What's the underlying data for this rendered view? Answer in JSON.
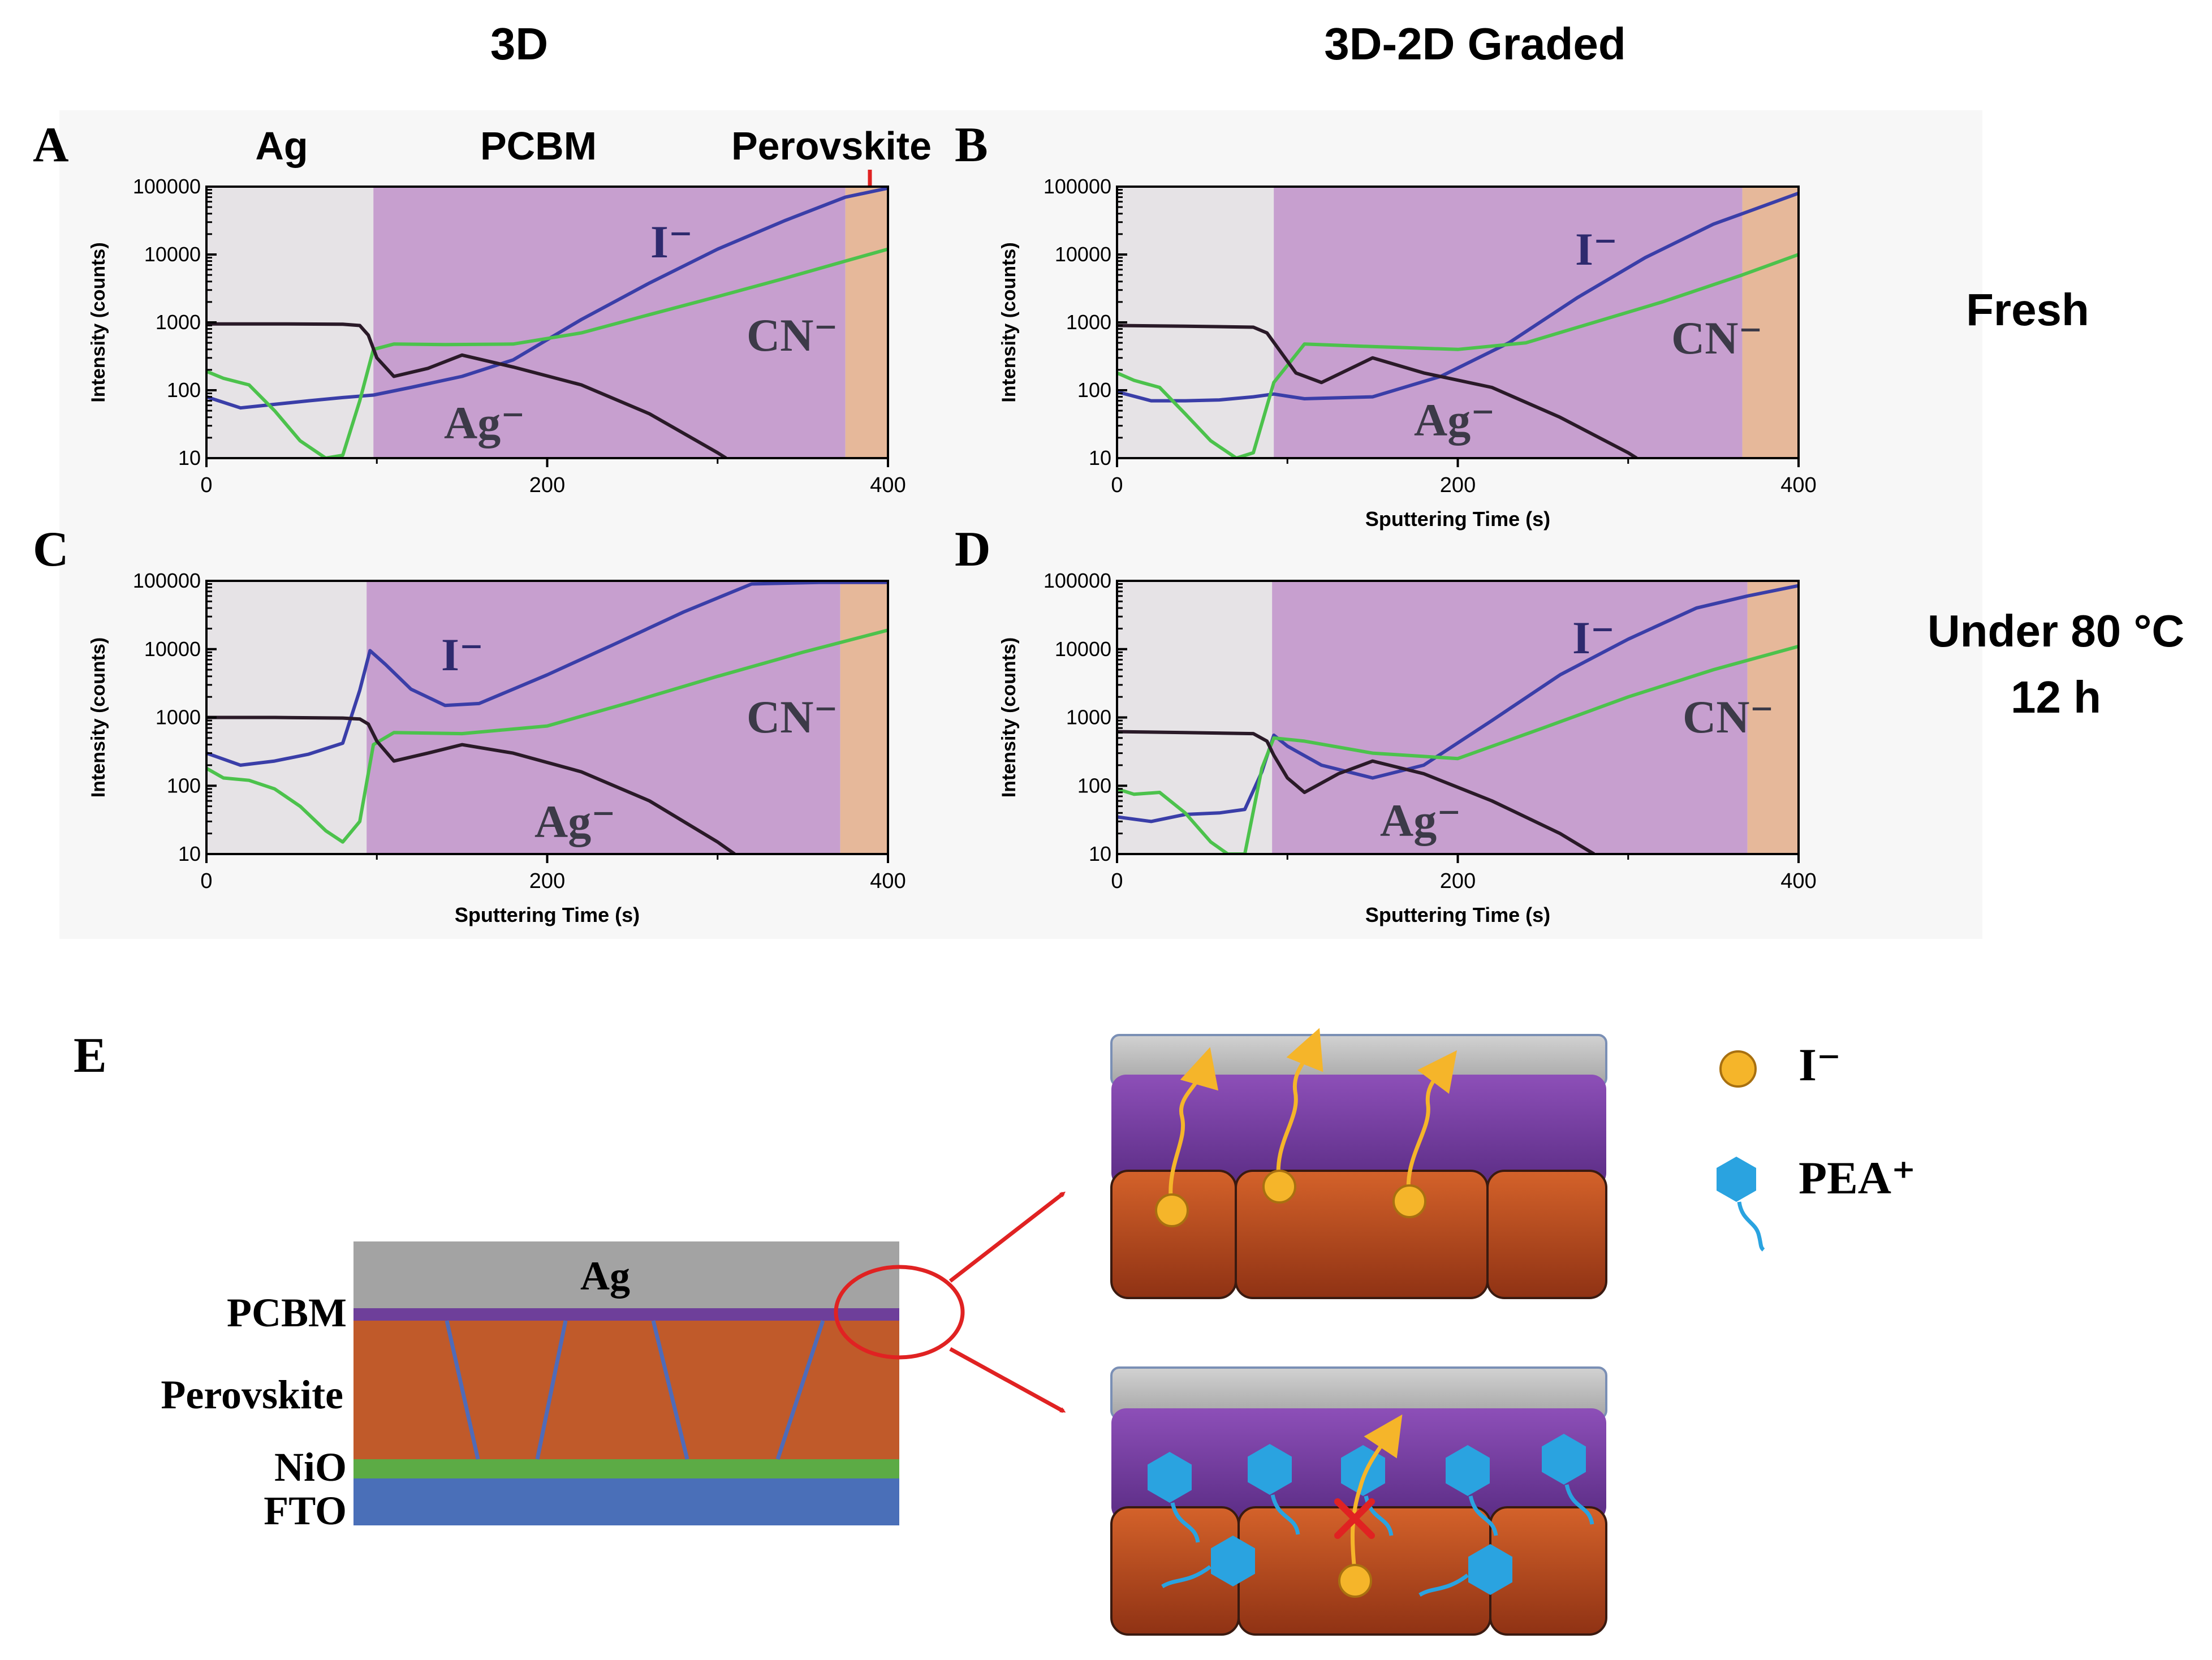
{
  "columns": {
    "left": "3D",
    "right": "3D-2D Graded"
  },
  "rows": {
    "fresh": "Fresh",
    "aged_line1": "Under 80 °C",
    "aged_line2": "12 h"
  },
  "panel_letters": [
    "A",
    "B",
    "C",
    "D",
    "E"
  ],
  "layer_labels": {
    "ag": "Ag",
    "pcbm": "PCBM",
    "perovskite": "Perovskite"
  },
  "axis": {
    "ylabel": "Intensity (counts)",
    "xlabel": "Sputtering Time (s)",
    "xticks": [
      "0",
      "200",
      "400"
    ],
    "yticks": [
      "10",
      "100",
      "1000",
      "10000",
      "100000"
    ]
  },
  "species": {
    "iodide": "I⁻",
    "cyanide": "CN⁻",
    "silver": "Ag⁻"
  },
  "colors": {
    "ag_region": "#e6e3e6",
    "pcbm_region": "#c79fcf",
    "perovskite_region": "#e6b89a",
    "iodide_line": "#3a3ea8",
    "cyanide_line": "#4cc24c",
    "silver_line": "#2a1a28",
    "arrow_red": "#e02222",
    "stack_ag": "#a3a3a3",
    "stack_pcbm": "#6e3f9a",
    "stack_perovskite": "#c05a2a",
    "stack_nio": "#5cab45",
    "stack_fto": "#4a6fb8",
    "iodide_dot": "#f5b52a",
    "pea_hexagon": "#2aa3e0"
  },
  "chart_data": [
    {
      "panel": "A",
      "type": "line",
      "x_scale": "linear",
      "y_scale": "log",
      "xlim": [
        0,
        400
      ],
      "ylim": [
        10,
        100000
      ],
      "regions": [
        {
          "layer": "Ag",
          "x": [
            0,
            98
          ]
        },
        {
          "layer": "PCBM",
          "x": [
            98,
            375
          ]
        },
        {
          "layer": "Perovskite",
          "x": [
            375,
            400
          ]
        }
      ],
      "series": [
        {
          "name": "I⁻",
          "x": [
            0,
            20,
            40,
            60,
            80,
            98,
            120,
            150,
            180,
            220,
            260,
            300,
            340,
            375,
            400
          ],
          "y": [
            80,
            55,
            62,
            70,
            78,
            85,
            110,
            160,
            280,
            1100,
            3800,
            12000,
            32000,
            70000,
            95000
          ]
        },
        {
          "name": "CN⁻",
          "x": [
            0,
            10,
            25,
            40,
            55,
            70,
            80,
            90,
            98,
            110,
            140,
            180,
            220,
            260,
            300,
            340,
            375,
            400
          ],
          "y": [
            190,
            150,
            120,
            50,
            18,
            10,
            11,
            70,
            400,
            480,
            470,
            480,
            700,
            1300,
            2400,
            4500,
            8000,
            12000
          ]
        },
        {
          "name": "Ag⁻",
          "x": [
            0,
            40,
            80,
            90,
            95,
            100,
            110,
            130,
            150,
            180,
            220,
            260,
            300,
            305
          ],
          "y": [
            950,
            950,
            940,
            900,
            650,
            300,
            160,
            210,
            330,
            220,
            120,
            45,
            12,
            10
          ]
        }
      ]
    },
    {
      "panel": "B",
      "type": "line",
      "x_scale": "linear",
      "y_scale": "log",
      "xlim": [
        0,
        400
      ],
      "ylim": [
        10,
        100000
      ],
      "regions": [
        {
          "layer": "Ag",
          "x": [
            0,
            92
          ]
        },
        {
          "layer": "PCBM",
          "x": [
            92,
            367
          ]
        },
        {
          "layer": "Perovskite",
          "x": [
            367,
            400
          ]
        }
      ],
      "series": [
        {
          "name": "I⁻",
          "x": [
            0,
            20,
            40,
            60,
            80,
            92,
            110,
            150,
            190,
            230,
            270,
            310,
            350,
            367,
            400
          ],
          "y": [
            95,
            70,
            70,
            72,
            80,
            88,
            75,
            80,
            160,
            500,
            2300,
            9000,
            28000,
            40000,
            80000
          ]
        },
        {
          "name": "CN⁻",
          "x": [
            0,
            10,
            25,
            40,
            55,
            70,
            80,
            92,
            110,
            150,
            200,
            240,
            280,
            320,
            367,
            400
          ],
          "y": [
            180,
            140,
            110,
            45,
            18,
            10,
            12,
            130,
            480,
            440,
            400,
            500,
            1000,
            2000,
            5000,
            10000
          ]
        },
        {
          "name": "Ag⁻",
          "x": [
            0,
            40,
            80,
            88,
            95,
            105,
            120,
            150,
            180,
            220,
            260,
            300,
            305
          ],
          "y": [
            900,
            880,
            850,
            700,
            400,
            180,
            130,
            300,
            180,
            110,
            40,
            12,
            10
          ]
        }
      ]
    },
    {
      "panel": "C",
      "type": "line",
      "x_scale": "linear",
      "y_scale": "log",
      "xlim": [
        0,
        400
      ],
      "ylim": [
        10,
        100000
      ],
      "regions": [
        {
          "layer": "Ag",
          "x": [
            0,
            94
          ]
        },
        {
          "layer": "PCBM",
          "x": [
            94,
            372
          ]
        },
        {
          "layer": "Perovskite",
          "x": [
            372,
            400
          ]
        }
      ],
      "series": [
        {
          "name": "I⁻",
          "x": [
            0,
            20,
            40,
            60,
            80,
            90,
            96,
            105,
            120,
            140,
            160,
            200,
            240,
            280,
            320,
            360,
            400
          ],
          "y": [
            300,
            200,
            230,
            290,
            420,
            2500,
            9500,
            6000,
            2600,
            1500,
            1600,
            4200,
            12000,
            35000,
            90000,
            95000,
            95000
          ]
        },
        {
          "name": "CN⁻",
          "x": [
            0,
            10,
            25,
            40,
            55,
            70,
            80,
            90,
            98,
            110,
            150,
            200,
            250,
            300,
            350,
            400
          ],
          "y": [
            180,
            130,
            120,
            90,
            50,
            22,
            15,
            30,
            400,
            600,
            580,
            750,
            1700,
            4000,
            9000,
            19000
          ]
        },
        {
          "name": "Ag⁻",
          "x": [
            0,
            40,
            80,
            90,
            95,
            100,
            110,
            130,
            150,
            180,
            220,
            260,
            300,
            310
          ],
          "y": [
            1000,
            1000,
            980,
            950,
            800,
            450,
            230,
            300,
            400,
            300,
            160,
            60,
            15,
            10
          ]
        }
      ]
    },
    {
      "panel": "D",
      "type": "line",
      "x_scale": "linear",
      "y_scale": "log",
      "xlim": [
        0,
        400
      ],
      "ylim": [
        10,
        100000
      ],
      "regions": [
        {
          "layer": "Ag",
          "x": [
            0,
            91
          ]
        },
        {
          "layer": "PCBM",
          "x": [
            91,
            370
          ]
        },
        {
          "layer": "Perovskite",
          "x": [
            370,
            400
          ]
        }
      ],
      "series": [
        {
          "name": "I⁻",
          "x": [
            0,
            20,
            40,
            60,
            75,
            85,
            92,
            100,
            120,
            150,
            180,
            220,
            260,
            300,
            340,
            370,
            400
          ],
          "y": [
            35,
            30,
            38,
            40,
            45,
            160,
            550,
            380,
            200,
            130,
            200,
            900,
            4200,
            14000,
            40000,
            60000,
            85000
          ]
        },
        {
          "name": "CN⁻",
          "x": [
            0,
            10,
            25,
            40,
            55,
            65,
            75,
            85,
            92,
            110,
            150,
            200,
            250,
            300,
            350,
            400
          ],
          "y": [
            90,
            75,
            80,
            40,
            15,
            10,
            10,
            180,
            500,
            450,
            300,
            250,
            700,
            2000,
            5000,
            11000
          ]
        },
        {
          "name": "Ag⁻",
          "x": [
            0,
            40,
            80,
            88,
            92,
            100,
            110,
            130,
            150,
            180,
            220,
            260,
            280
          ],
          "y": [
            620,
            600,
            580,
            450,
            280,
            130,
            80,
            150,
            230,
            150,
            60,
            20,
            10
          ]
        }
      ]
    }
  ],
  "schematic": {
    "stack_layers": [
      "Ag",
      "PCBM",
      "Perovskite",
      "NiO",
      "FTO"
    ],
    "legend": {
      "iodide": "I⁻",
      "pea": "PEA⁺"
    }
  }
}
